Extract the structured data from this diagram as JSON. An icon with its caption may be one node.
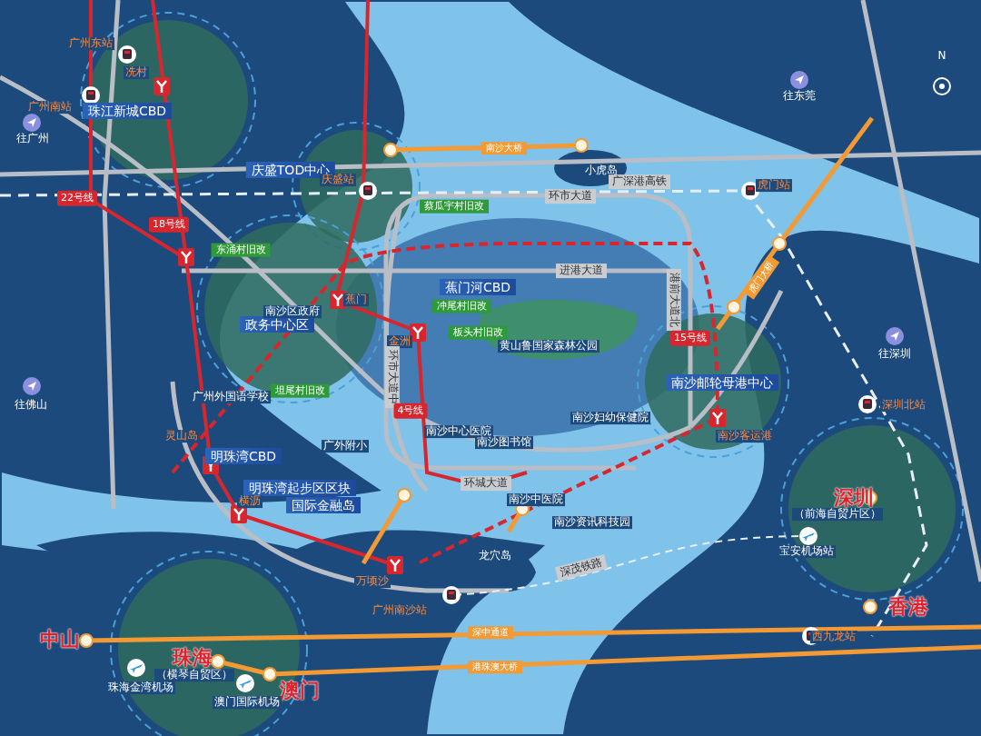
{
  "diagram": {
    "labels": [
      "广州东站",
      "冼村",
      "广州南站",
      "珠江新城CBD",
      "往广州",
      "南沙大桥",
      "小虎岛",
      "往东莞",
      "N",
      "庆盛TOD中心",
      "庆盛站",
      "广深港高铁",
      "虎门站",
      "22号线",
      "18号线",
      "蔡瓜宇村旧改",
      "环市大道",
      "东涌村旧改",
      "蕉门河CBD",
      "进港大道",
      "港前大道北",
      "虎门大桥",
      "政务中心区",
      "冲尾村旧改",
      "板头村旧改",
      "金洲",
      "蕉门",
      "黄山鲁国家森林公园",
      "15号线",
      "南沙邮轮母港中心",
      "南沙客运港",
      "往深圳",
      "深圳北站",
      "往佛山",
      "坦尾村旧改",
      "环市大道中",
      "4号线",
      "广州外国语学校",
      "南沙中心医院",
      "南沙图书馆",
      "广外附小",
      "灵山岛",
      "明珠湾CBD",
      "明珠湾起步区区块",
      "国际金融岛",
      "横沥",
      "南沙中医院",
      "环城大道",
      "万顷沙",
      "广州南沙站",
      "龙穴岛",
      "深茂铁路",
      "深圳",
      "（前海自贸片区）",
      "宝安机场站",
      "香港",
      "深中通道",
      "西九龙站",
      "中山",
      "珠海",
      "（横琴自贸区）",
      "珠海金湾机场",
      "港珠澳大桥",
      "澳门",
      "澳门国际机场",
      "南沙区政府",
      "南沙资讯科技园",
      "南沙妇幼保健院"
    ]
  }
}
